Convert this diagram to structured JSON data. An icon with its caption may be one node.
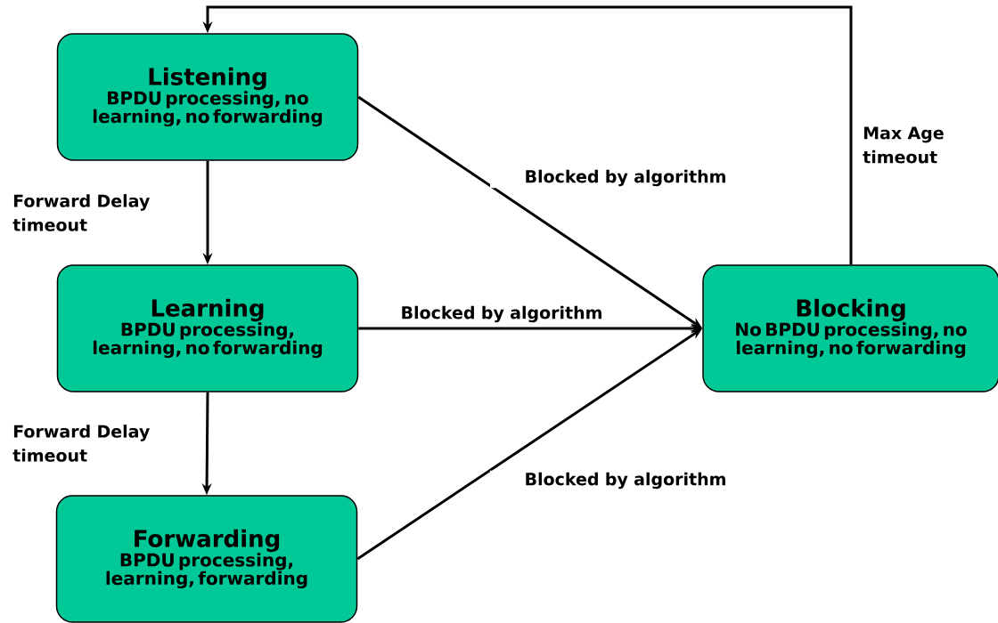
{
  "diagram": {
    "nodes": [
      {
        "text": [
          "Listening",
          "BPDU processing, no learning, no forwarding"
        ]
      },
      {
        "text": [
          "Learning",
          "BPDU processing, learning, no forwarding"
        ]
      },
      {
        "text": [
          "Forwarding",
          "BPDU processing, learning, forwarding"
        ]
      },
      {
        "text": [
          "Blocking",
          "No BPDU processing, no learning, no forwarding"
        ]
      }
    ],
    "edges": [
      {
        "from": 0,
        "to": 1,
        "arrow": "to",
        "label": "Forward Delay timeout"
      },
      {
        "from": 1,
        "to": 2,
        "arrow": "to",
        "label": "Forward Delay timeout"
      },
      {
        "from": 0,
        "to": 3,
        "arrow": "to",
        "label": "Blocked by algorithm"
      },
      {
        "from": 1,
        "to": 3,
        "arrow": "to",
        "label": "Blocked by algorithm"
      },
      {
        "from": 2,
        "to": 3,
        "arrow": "to",
        "label": "Blocked by algorithm"
      },
      {
        "from": 3,
        "to": 0,
        "arrow": "to",
        "label": "Max Age timeout"
      }
    ]
  }
}
